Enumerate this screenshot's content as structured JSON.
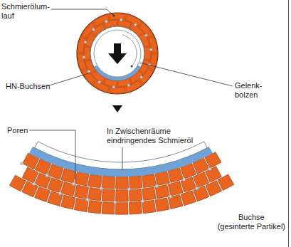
{
  "diagram": {
    "labels": [
      "Schmierölum- lauf",
      "HN-Buchsen",
      "Gelenk- bolzen",
      "Poren",
      "In Zwischenräume eindringendes Schmieröl",
      "Buchse (gesinterte Partikel)"
    ]
  }
}
